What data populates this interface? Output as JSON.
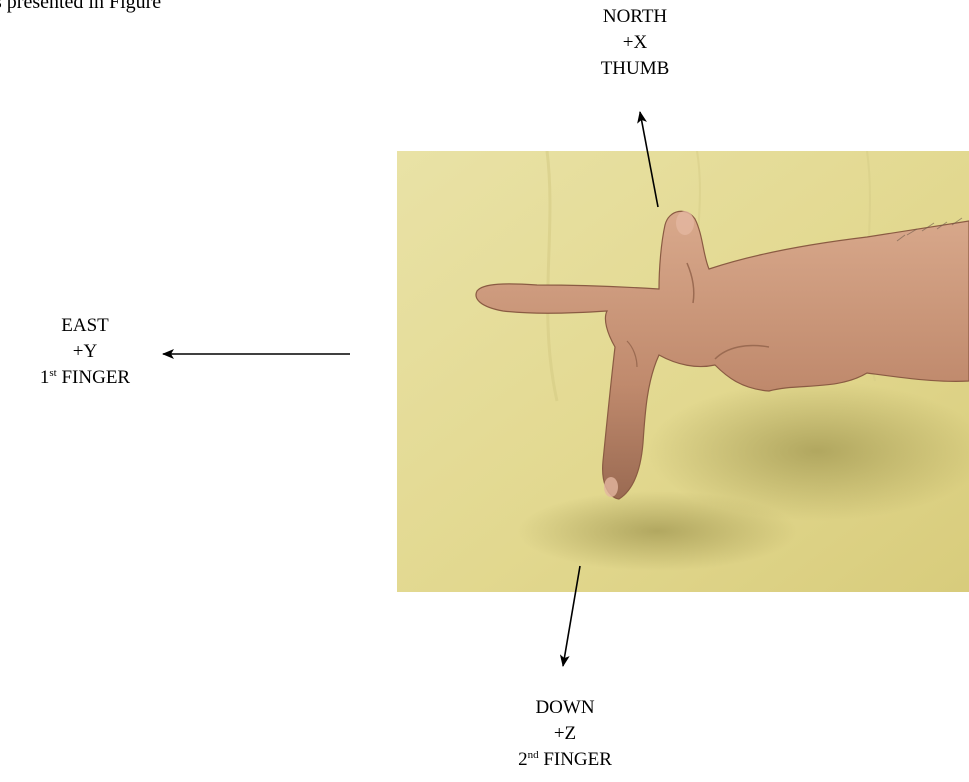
{
  "intro_text": "s presented in Figure",
  "thumb": {
    "direction": "NORTH",
    "axis": "+X",
    "digit": "THUMB"
  },
  "first_finger": {
    "direction": "EAST",
    "axis": "+Y",
    "ordinal_number": "1",
    "ordinal_suffix": "st",
    "digit": "FINGER"
  },
  "second_finger": {
    "direction": "DOWN",
    "axis": "+Z",
    "ordinal_number": "2",
    "ordinal_suffix": "nd",
    "digit": "FINGER"
  },
  "photo": {
    "subject": "right-hand-axis-gesture",
    "background_color": "#e6dd9a"
  }
}
